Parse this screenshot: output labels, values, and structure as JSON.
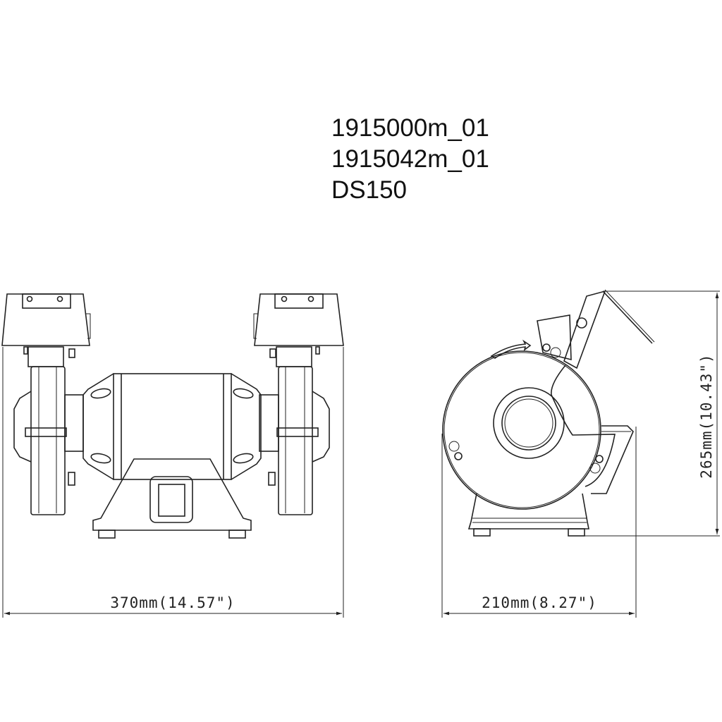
{
  "title_block": {
    "lines": [
      "1915000m_01",
      "1915042m_01",
      "DS150"
    ]
  },
  "dimensions": {
    "front_width": "370mm(14.57\")",
    "side_depth": "210mm(8.27\")",
    "side_height": "265mm(10.43\")"
  }
}
